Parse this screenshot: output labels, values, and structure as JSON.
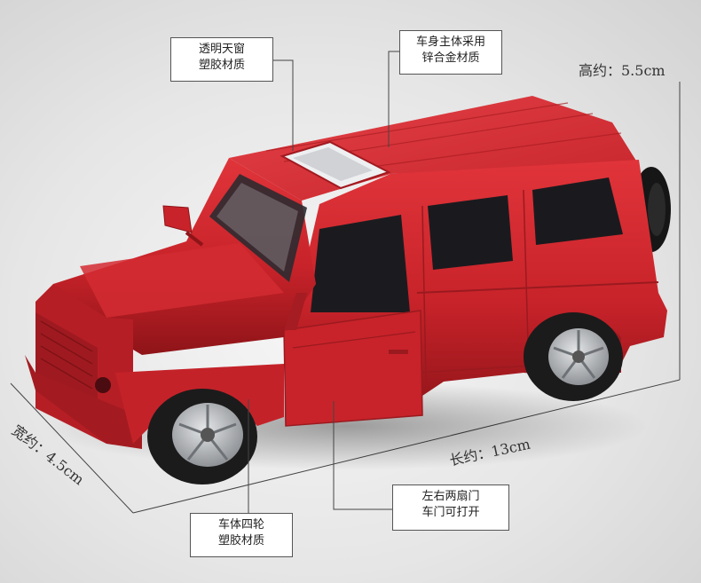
{
  "callouts": {
    "skylight": {
      "line1": "透明天窗",
      "line2": "塑胶材质"
    },
    "body": {
      "line1": "车身主体采用",
      "line2": "锌合金材质"
    },
    "wheels": {
      "line1": "车体四轮",
      "line2": "塑胶材质"
    },
    "doors": {
      "line1": "左右两扇门",
      "line2": "车门可打开"
    }
  },
  "dimensions": {
    "height": "高约：5.5cm",
    "length": "长约：13cm",
    "width": "宽约：4.5cm"
  },
  "colors": {
    "car_body": "#c8232a",
    "car_shadow": "#8e1418",
    "window": "#1a1a1e",
    "tire": "#1b1b1b",
    "rim": "#b9bbbe",
    "guide_line": "#444444"
  }
}
